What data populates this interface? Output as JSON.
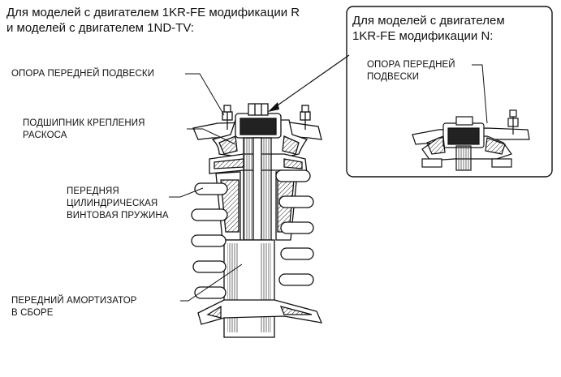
{
  "heading_left": "Для моделей с двигателем 1KR-FE модификации R\nи моделей с двигателем 1ND-TV:",
  "heading_right": "Для моделей с двигателем\n1KR-FE модификации N:",
  "labels": {
    "support_left": "ОПОРА ПЕРЕДНЕЙ ПОДВЕСКИ",
    "bearing": "ПОДШИПНИК КРЕПЛЕНИЯ\nРАСКОСА",
    "spring": "ПЕРЕДНЯЯ\nЦИЛИНДРИЧЕСКАЯ\nВИНТОВАЯ ПРУЖИНА",
    "shock": "ПЕРЕДНИЙ АМОРТИЗАТОР\nВ СБОРЕ",
    "support_right": "ОПОРА ПЕРЕДНЕЙ\nПОДВЕСКИ"
  }
}
